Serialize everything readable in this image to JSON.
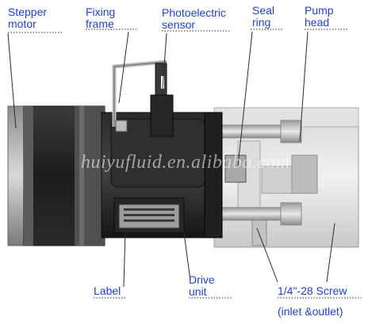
{
  "labels": {
    "stepper_motor": [
      "Stepper",
      "motor"
    ],
    "fixing_frame": [
      "Fixing",
      "frame"
    ],
    "photoelectric_sensor": [
      "Photoelectric",
      "sensor"
    ],
    "seal_ring": [
      "Seal",
      "ring"
    ],
    "pump_head": [
      "Pump",
      "head"
    ],
    "label": "Label",
    "drive_unit": [
      "Drive",
      "unit"
    ],
    "screw": "1/4\"-28   Screw",
    "screw_note": "(inlet &outlet)"
  },
  "watermark": "huiyufluid.en.alibaba.com",
  "colors": {
    "label_text": "#1f3fd6",
    "leader_line": "#2b2b2b"
  }
}
